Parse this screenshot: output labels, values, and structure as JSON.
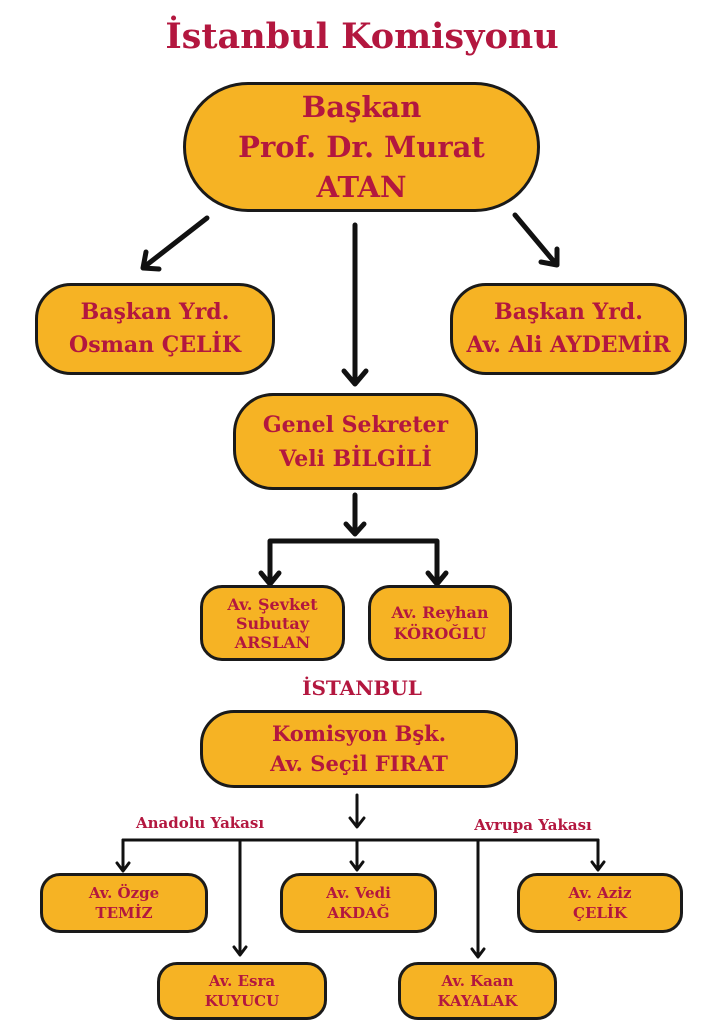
{
  "title": "İstanbul Komisyonu",
  "colors": {
    "text": "#B3173F",
    "node_fill": "#F6B324",
    "node_border": "#1A1A1A",
    "connector": "#111111",
    "background": "#FFFFFF"
  },
  "nodes": {
    "baskan": [
      "Başkan",
      "Prof. Dr. Murat",
      "ATAN"
    ],
    "baskan_yrd_1": [
      "Başkan Yrd.",
      "Osman ÇELİK"
    ],
    "baskan_yrd_2": [
      "Başkan Yrd.",
      "Av. Ali AYDEMİR"
    ],
    "genel_sekreter": [
      "Genel Sekreter",
      "Veli BİLGİLİ"
    ],
    "sevket": [
      "Av. Şevket",
      "Subutay",
      "ARSLAN"
    ],
    "reyhan": [
      "Av. Reyhan",
      "KÖROĞLU"
    ],
    "komisyon_bsk": [
      "Komisyon Bşk.",
      "Av. Seçil FIRAT"
    ],
    "ozge": [
      "Av. Özge",
      "TEMİZ"
    ],
    "vedi": [
      "Av. Vedi",
      "AKDAĞ"
    ],
    "aziz": [
      "Av. Aziz",
      "ÇELİK"
    ],
    "esra": [
      "Av. Esra",
      "KUYUCU"
    ],
    "kaan": [
      "Av. Kaan",
      "KAYALAK"
    ]
  },
  "section_label": "İSTANBUL",
  "side_labels": {
    "anadolu": "Anadolu Yakası",
    "avrupa": "Avrupa Yakası"
  }
}
